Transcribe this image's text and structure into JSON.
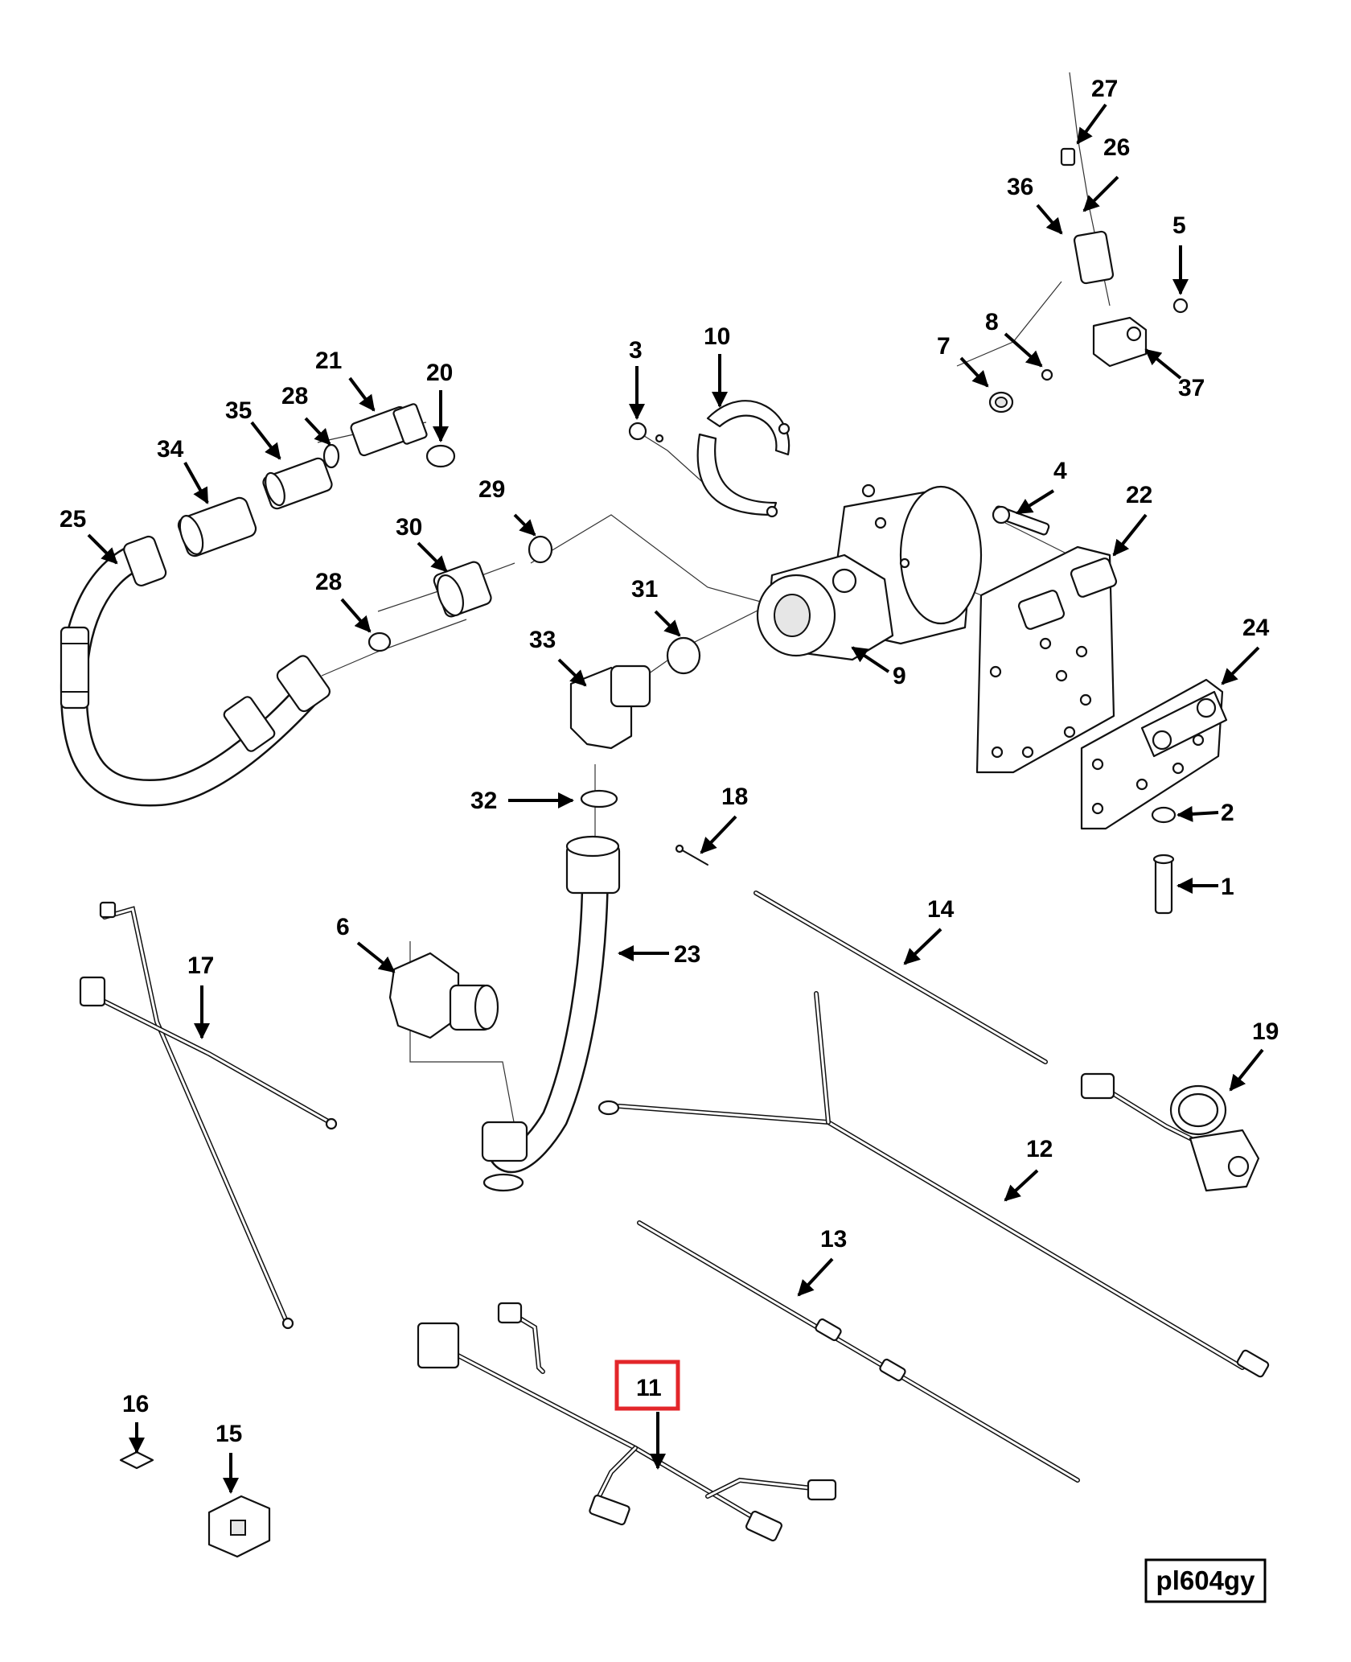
{
  "reference_code": "pl604gy",
  "highlighted_callout": "11",
  "highlight_color": "#e3262a",
  "callouts": {
    "c1": "1",
    "c2": "2",
    "c3": "3",
    "c4": "4",
    "c5": "5",
    "c6": "6",
    "c7": "7",
    "c8": "8",
    "c9": "9",
    "c10": "10",
    "c11": "11",
    "c12": "12",
    "c13": "13",
    "c14": "14",
    "c15": "15",
    "c16": "16",
    "c17": "17",
    "c18": "18",
    "c19": "19",
    "c20": "20",
    "c21": "21",
    "c22": "22",
    "c23": "23",
    "c24": "24",
    "c25": "25",
    "c26": "26",
    "c27": "27",
    "c28a": "28",
    "c28b": "28",
    "c29": "29",
    "c30": "30",
    "c31": "31",
    "c32": "32",
    "c33": "33",
    "c34": "34",
    "c35": "35",
    "c36": "36",
    "c37": "37"
  }
}
